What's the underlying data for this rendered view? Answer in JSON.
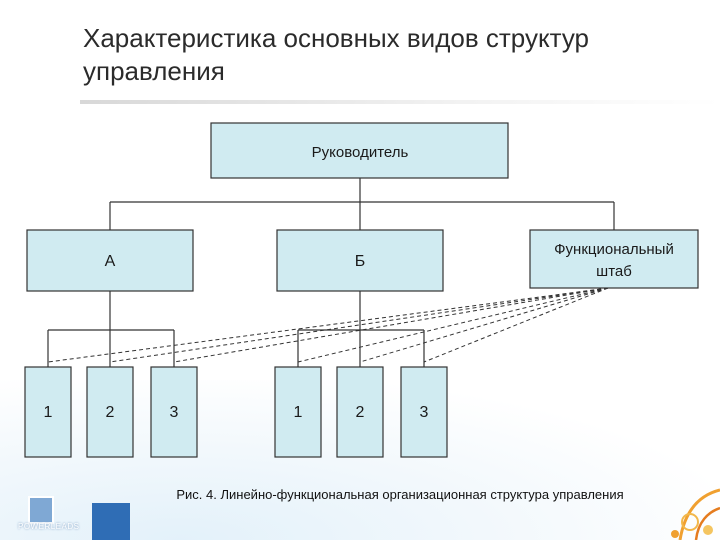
{
  "slide": {
    "title": "Характеристика основных видов структур управления",
    "caption": "Рис. 4. Линейно-функциональная организационная структура управления",
    "logo_text": "POWERLEADS"
  },
  "diagram": {
    "head": {
      "label": "Руководитель"
    },
    "managers": [
      {
        "label": "А"
      },
      {
        "label": "Б"
      }
    ],
    "staff": {
      "label_line1": "Функциональный",
      "label_line2": "штаб"
    },
    "units_a": [
      {
        "label": "1"
      },
      {
        "label": "2"
      },
      {
        "label": "3"
      }
    ],
    "units_b": [
      {
        "label": "1"
      },
      {
        "label": "2"
      },
      {
        "label": "3"
      }
    ],
    "colors": {
      "box_fill": "#d0ebf1",
      "box_stroke": "#333333",
      "line": "#333333"
    }
  }
}
